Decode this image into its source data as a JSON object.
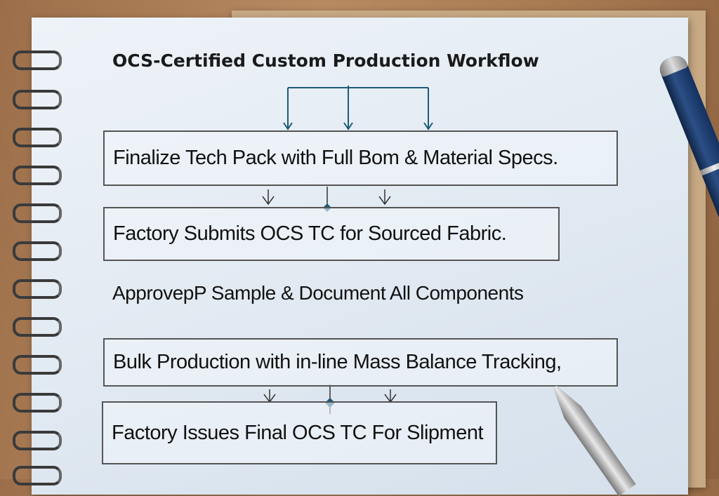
{
  "title": "OCS-Certified Custom Production Workflow",
  "steps": [
    "Finalize Tech Pack with Full Bom & Material Specs.",
    "Factory Submits OCS TC for Sourced Fabric.",
    "ApprovepP Sample & Document All  Components",
    "Bulk Production with in-line Mass Balance Tracking,",
    "Factory Issues Final OCS TC For Slipment"
  ],
  "colors": {
    "connector": "#1d5a7a",
    "paper": "#e4edf5"
  }
}
